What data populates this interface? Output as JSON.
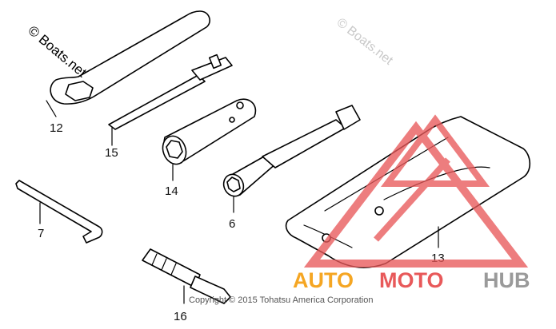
{
  "watermarks": {
    "primary": "© Boats.net",
    "secondary": "© Boats.net"
  },
  "copyright": "Copyright © 2015 Tohatsu America Corporation",
  "brand": {
    "part1": "AUTO",
    "part2": "MOTO",
    "part3": "HUB",
    "color_orange": "#f5a623",
    "color_red": "#e8595a",
    "color_gray": "#9a9a9a"
  },
  "callouts": {
    "c12": "12",
    "c15": "15",
    "c14": "14",
    "c6": "6",
    "c7": "7",
    "c13": "13",
    "c16": "16"
  }
}
